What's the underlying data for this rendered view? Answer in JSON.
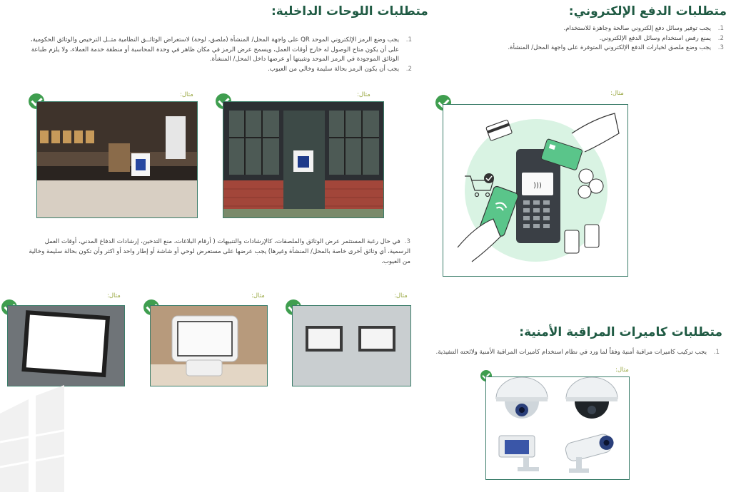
{
  "payment": {
    "title": "متطلبات الدفع الإلكتروني:",
    "items": [
      {
        "num": "1.",
        "text": "يجب توفير وسائل دفع إلكتروني صالحة وجاهزة للاستخدام."
      },
      {
        "num": "2.",
        "text": "يمنع رفض استخدام وسائل الدفع الإلكتروني."
      },
      {
        "num": "3.",
        "text": "يجب وضع ملصق لخيارات الدفع الإلكتروني المتوفرة على واجهة المحل/ المنشأة."
      }
    ],
    "example_label": "مثال:"
  },
  "boards": {
    "title": "متطلبات اللوحات الداخلية:",
    "items": [
      {
        "num": "1.",
        "text": "يجب وضع الرمز الإلكتروني الموحد QR على واجهة المحل/ المنشأة (ملصق، لوحة) لاستعراض الوثائــق النظامية مثــل الترخيص والوثائق الحكومية، على أن يكون متاح الوصول له خارج أوقات العمل، ويسمح عرض الرمز في مكان ظاهر في وحدة المحاسبة أو منطقة خدمة العملاء، ولا يلزم طباعة الوثائق الموجودة في الرمز الموحد وتثبيتها أو عرضها داخل المحل/ المنشأة."
      },
      {
        "num": "2.",
        "text": "يجب أن يكون الرمز بحالة سليمة وخالي من العيوب."
      }
    ],
    "item3": {
      "num": "3.",
      "text": "في حال رغبة المستثمر عرض الوثائق والملصقات، كالإرشادات والتنبيهات ( أرقام البلاغات، منع التدخين، إرشادات الدفاع المدني، أوقات العمل الرسمية، أي وثائق أخرى خاصة بالمحل/ المنشأة وغيرها) يجب عرضها على مستعرض لوحي أو شاشة أو إطار واحد أو اكثر وأن تكون بحالة سليمة وخالية من العيوب."
    },
    "example_label": "مثال:"
  },
  "cameras": {
    "title": "متطلبات كاميرات المراقبة الأمنية:",
    "items": [
      {
        "num": "1.",
        "text": "يجب تركيب كاميرات مراقبة أمنية وفقاً لما ورد في نظام استخدام كاميرات المراقبة الأمنية ولائحته التنفيذية."
      }
    ],
    "example_label": "مثال:"
  },
  "icons": {
    "check": "checkmark-circle-icon",
    "card": "credit-card-icon",
    "cart": "shopping-cart-icon",
    "coins": "coins-icon",
    "wifi": "contactless-icon"
  },
  "colors": {
    "title": "#1f5a43",
    "frame": "#3b7d6a",
    "check": "#3f9e4f",
    "example": "#9aa843",
    "mint": "#d9f3e3"
  }
}
